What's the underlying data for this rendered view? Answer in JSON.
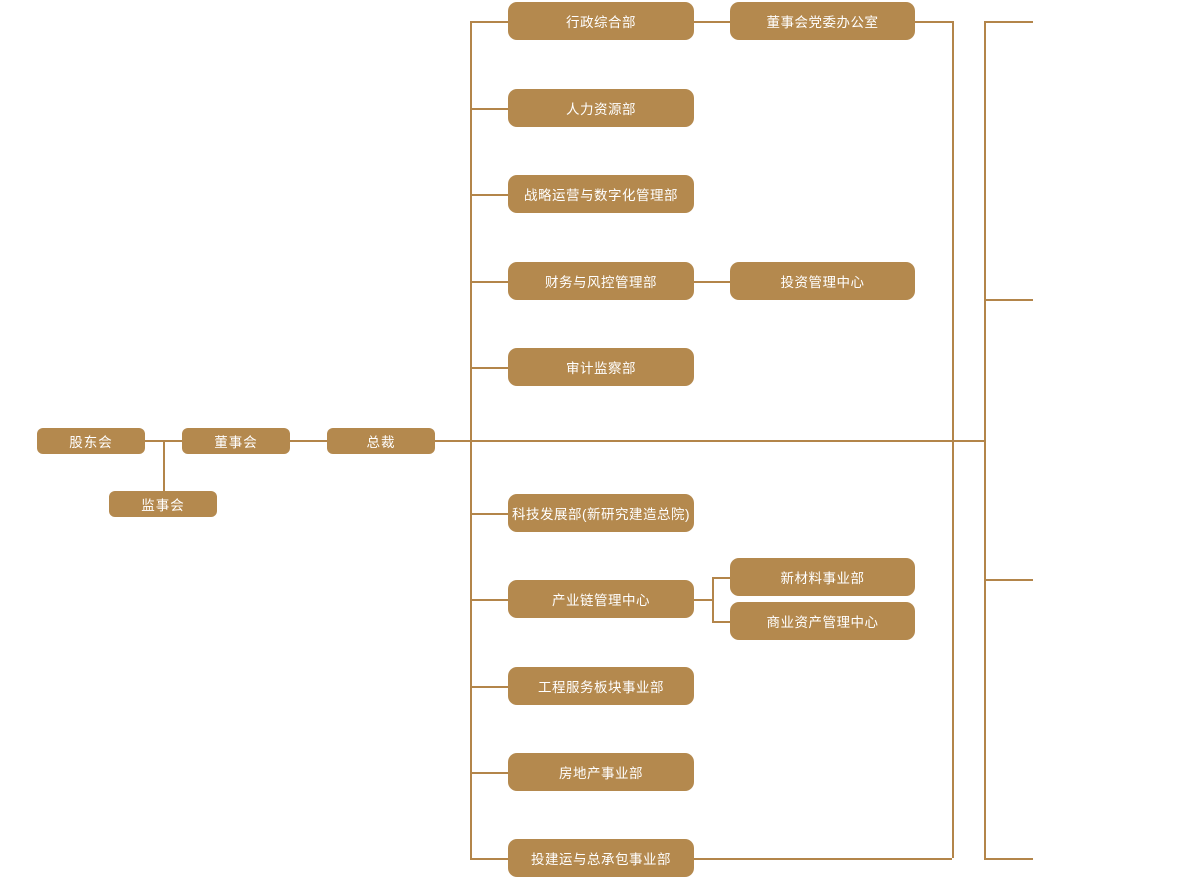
{
  "diagram_type": "org-chart",
  "governance": {
    "shareholders": "股东会",
    "supervisory_board": "监事会",
    "board_of_directors": "董事会",
    "president": "总裁"
  },
  "departments": [
    {
      "label": "行政综合部"
    },
    {
      "label": "人力资源部"
    },
    {
      "label": "战略运营与数字化管理部"
    },
    {
      "label": "财务与风控管理部"
    },
    {
      "label": "审计监察部"
    },
    {
      "label": "科技发展部(新研究建造总院)"
    },
    {
      "label": "产业链管理中心"
    },
    {
      "label": "工程服务板块事业部"
    },
    {
      "label": "房地产事业部"
    },
    {
      "label": "投建运与总承包事业部"
    }
  ],
  "sub_departments": [
    {
      "label": "董事会党委办公室",
      "parent": "行政综合部"
    },
    {
      "label": "投资管理中心",
      "parent": "财务与风控管理部"
    },
    {
      "label": "新材料事业部",
      "parent": "产业链管理中心"
    },
    {
      "label": "商业资产管理中心",
      "parent": "产业链管理中心"
    }
  ],
  "colors": {
    "node_fill": "#b4894e",
    "node_text": "#ffffff",
    "connector": "#b3854a",
    "background": "#ffffff"
  }
}
